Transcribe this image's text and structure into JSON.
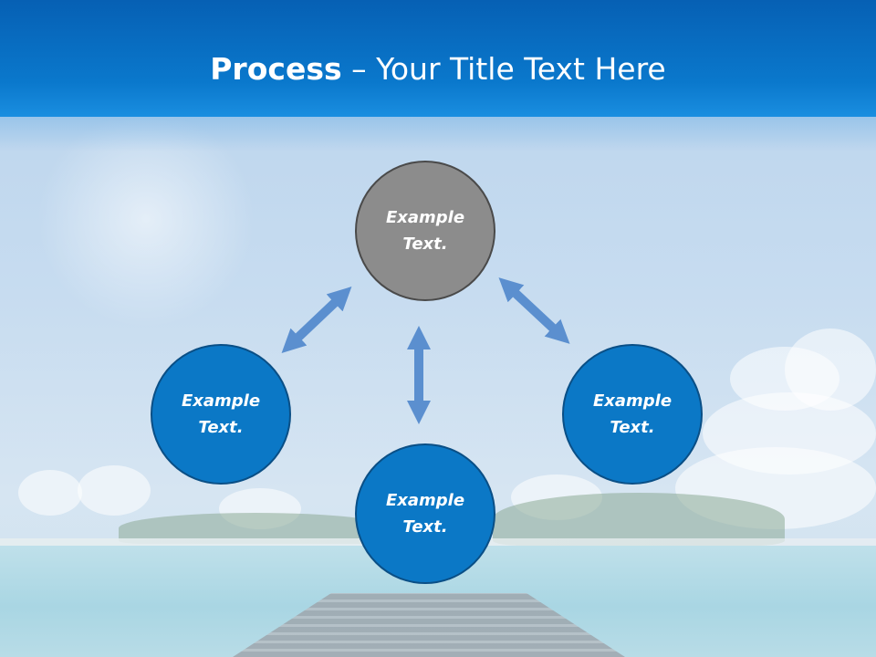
{
  "title": {
    "bold": "Process",
    "rest": " – Your Title Text Here"
  },
  "nodes": {
    "top": {
      "text": "Example Text.",
      "color": "#8c8c8c"
    },
    "left": {
      "text": "Example Text.",
      "color": "#0b78c6"
    },
    "bottom": {
      "text": "Example Text.",
      "color": "#0b78c6"
    },
    "right": {
      "text": "Example Text.",
      "color": "#0b78c6"
    }
  },
  "colors": {
    "title_bar": "#0a72c6",
    "arrow": "#5b8fcf"
  },
  "edges": [
    {
      "from": "left",
      "to": "top",
      "style": "double-arrow"
    },
    {
      "from": "top",
      "to": "right",
      "style": "double-arrow"
    },
    {
      "from": "top",
      "to": "bottom",
      "style": "double-arrow"
    }
  ]
}
